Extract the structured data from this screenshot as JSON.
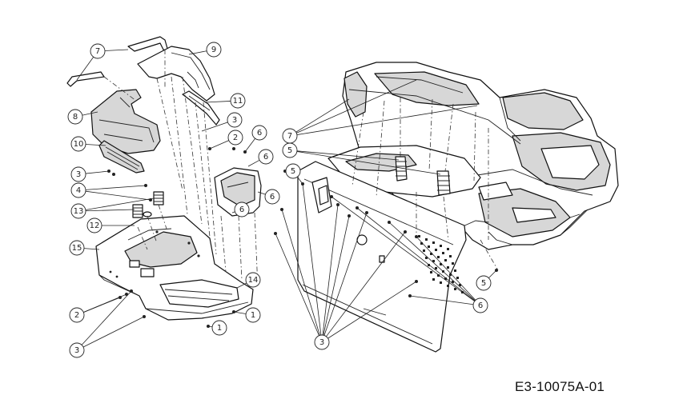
{
  "drawing_code": "E3-10075A-01",
  "callouts": [
    {
      "id": "c7a",
      "label": "7"
    },
    {
      "id": "c9",
      "label": "9"
    },
    {
      "id": "c8",
      "label": "8"
    },
    {
      "id": "c11",
      "label": "11"
    },
    {
      "id": "c3a",
      "label": "3"
    },
    {
      "id": "c6a",
      "label": "6"
    },
    {
      "id": "c2a",
      "label": "2"
    },
    {
      "id": "c6b",
      "label": "6"
    },
    {
      "id": "c10",
      "label": "10"
    },
    {
      "id": "c3b",
      "label": "3"
    },
    {
      "id": "c4",
      "label": "4"
    },
    {
      "id": "c6c",
      "label": "6"
    },
    {
      "id": "c13",
      "label": "13"
    },
    {
      "id": "c12",
      "label": "12"
    },
    {
      "id": "c6d",
      "label": "6"
    },
    {
      "id": "c15",
      "label": "15"
    },
    {
      "id": "c14",
      "label": "14"
    },
    {
      "id": "c2b",
      "label": "2"
    },
    {
      "id": "c1a",
      "label": "1"
    },
    {
      "id": "c1b",
      "label": "1"
    },
    {
      "id": "c3c",
      "label": "3"
    },
    {
      "id": "c7b",
      "label": "7"
    },
    {
      "id": "c5a",
      "label": "5"
    },
    {
      "id": "c5b",
      "label": "5"
    },
    {
      "id": "c5c",
      "label": "5"
    },
    {
      "id": "c6e",
      "label": "6"
    },
    {
      "id": "c3d",
      "label": "3"
    }
  ]
}
